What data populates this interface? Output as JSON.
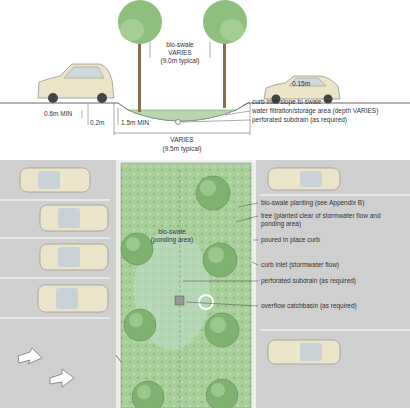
{
  "diagram": {
    "labels": [
      "bio-swale",
      "VARIES",
      "(9.0m typical)",
      "0.15m",
      "curb inlet slope to swale",
      "water filtration/storage area (depth VARIES)",
      "perforated subdrain (as required)",
      "0.6m MIN",
      "0.2m",
      "1.5m MIN",
      "VARIES",
      "(9.5m typical)",
      "bio-swale planting (see Appendix B)",
      "tree (planted clear of stormwater flow and ponding area)",
      "poured in place curb",
      "curb inlet (stormwater flow)",
      "perforated subdrain (as required)",
      "overflow catchbasin (as required)",
      "bio-swale (ponding area)"
    ]
  }
}
